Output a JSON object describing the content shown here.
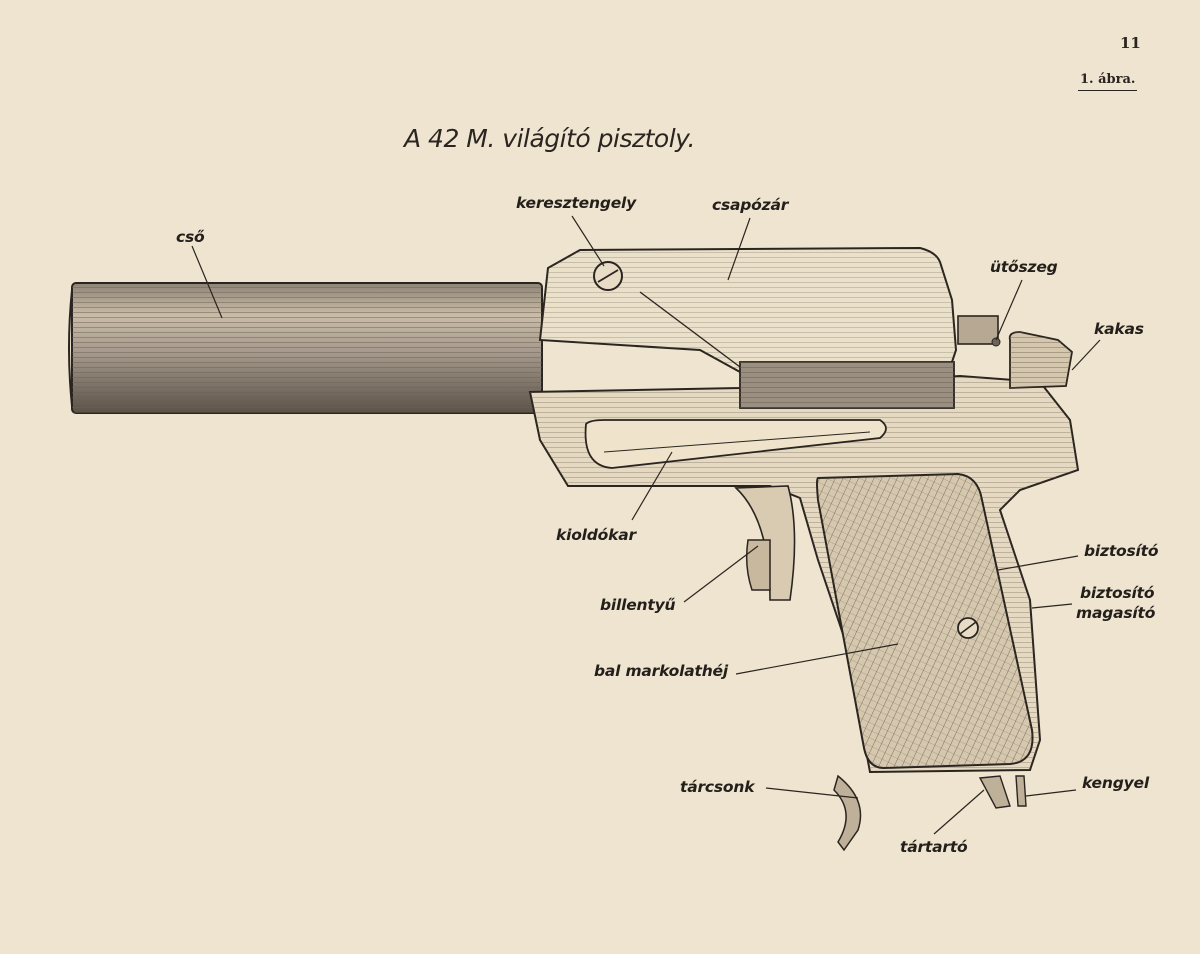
{
  "page": {
    "page_number": "11",
    "figure_number": "1. ábra.",
    "title": "A 42 M. világító pisztoly."
  },
  "labels": {
    "cso": "cső",
    "keresztengely": "keresztengely",
    "csapozar": "csapózár",
    "utoszeg": "ütőszeg",
    "kakas": "kakas",
    "kioldokar": "kioldókar",
    "billentyu": "billentyű",
    "biztosito": "biztosító",
    "biztosito_magasito_1": "biztosító",
    "biztosito_magasito_2": "magasító",
    "bal_markolathej": "bal markolathéj",
    "tarcsonk": "tárcsonk",
    "kengyel": "kengyel",
    "tartarto": "tártartó"
  },
  "colors": {
    "paper": "#efe4cf",
    "ink": "#231f1b"
  }
}
